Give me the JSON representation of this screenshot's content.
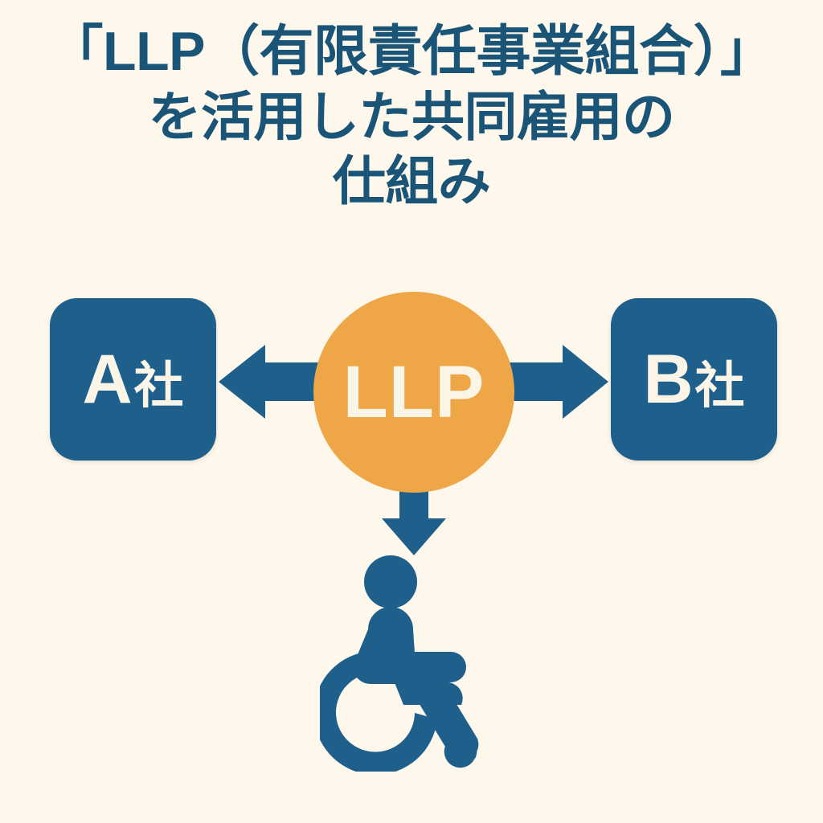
{
  "page": {
    "background_color": "#FDF8EB",
    "title_color": "#1A5578",
    "brand_blue": "#1F5F8B",
    "brand_orange": "#EFA646",
    "text_cream": "#FAF5E6"
  },
  "title": {
    "line1": "「LLP（有限責任事業組合）」",
    "line2": "を活用した共同雇用の",
    "line3": "仕組み",
    "full": "「LLP（有限責任事業組合）」を活用した共同雇用の仕組み"
  },
  "diagram": {
    "type": "hub-and-spoke",
    "hub": {
      "label": "LLP",
      "shape": "circle",
      "color": "#EFA646",
      "text_color": "#FAF5E6"
    },
    "nodes": [
      {
        "id": "company-a",
        "letter": "A",
        "kanji": "社",
        "label": "A社",
        "shape": "rounded-rect",
        "color": "#1F5F8B",
        "text_color": "#FAF5E6",
        "position": "left"
      },
      {
        "id": "company-b",
        "letter": "B",
        "kanji": "社",
        "label": "B社",
        "shape": "rounded-rect",
        "color": "#1F5F8B",
        "text_color": "#FAF5E6",
        "position": "right"
      },
      {
        "id": "worker",
        "label": "",
        "shape": "wheelchair-accessibility-icon",
        "color": "#1F5F8B",
        "position": "bottom"
      }
    ],
    "connectors": [
      {
        "id": "llp-to-a",
        "from": "LLP",
        "to": "A社",
        "direction": "left",
        "style": "solid-block-arrow",
        "color": "#1F5F8B"
      },
      {
        "id": "llp-to-b",
        "from": "LLP",
        "to": "B社",
        "direction": "right",
        "style": "solid-block-arrow",
        "color": "#1F5F8B"
      },
      {
        "id": "llp-to-worker",
        "from": "LLP",
        "to": "worker",
        "direction": "down",
        "style": "solid-block-arrow",
        "color": "#1F5F8B"
      }
    ]
  }
}
